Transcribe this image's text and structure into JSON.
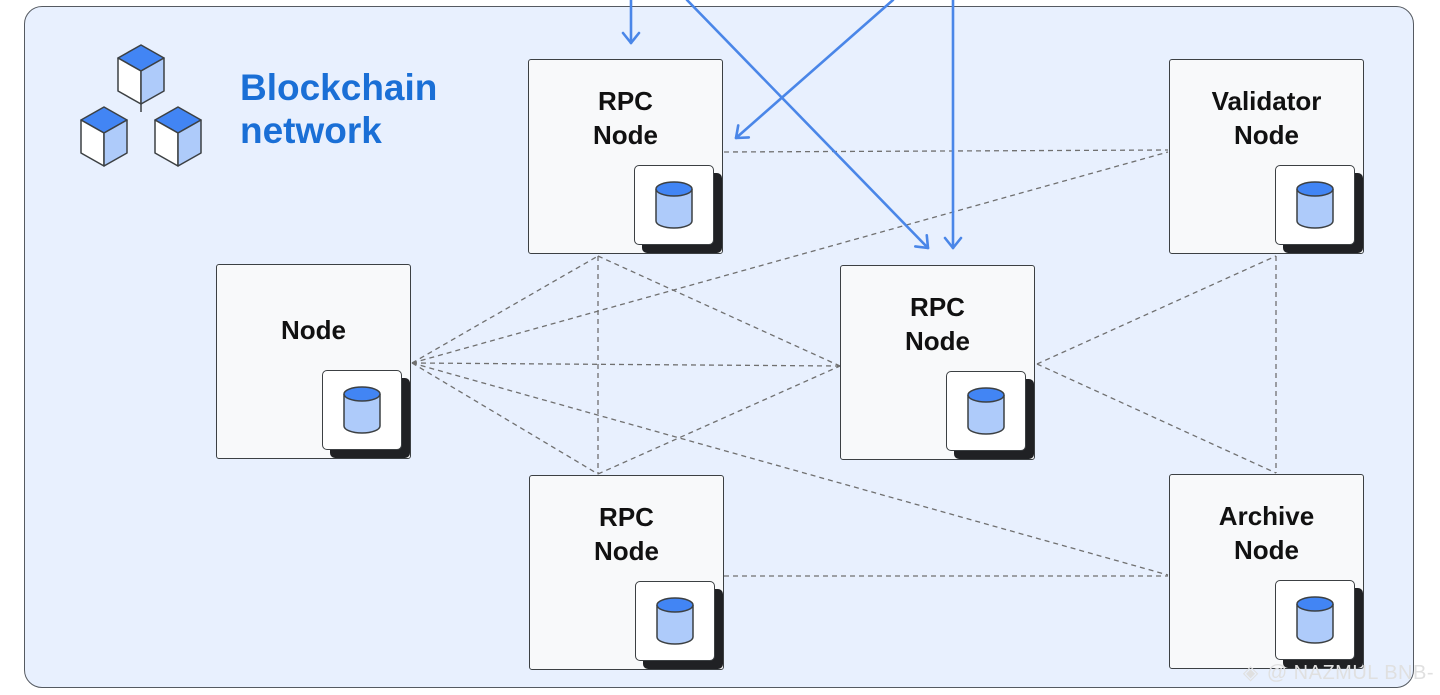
{
  "title": {
    "line1": "Blockchain",
    "line2": "network"
  },
  "nodes": [
    {
      "line1": "RPC",
      "line2": "Node"
    },
    {
      "line1": "Validator",
      "line2": "Node"
    },
    {
      "line1": "",
      "line2": "Node"
    },
    {
      "line1": "RPC",
      "line2": "Node"
    },
    {
      "line1": "RPC",
      "line2": "Node"
    },
    {
      "line1": "Archive",
      "line2": "Node"
    }
  ],
  "watermark": "@ NAZMUL BNB-",
  "icons": {
    "logo": "blockchain-cubes-icon",
    "storage": "database-icon",
    "watermark": "diamond-icon"
  },
  "colors": {
    "accent_blue": "#1a6fd6",
    "arrow_blue": "#4a86e8",
    "panel_bg": "#e8f0fe",
    "db_fill": "#aecbfa",
    "cube_fill": "#4285f4"
  }
}
